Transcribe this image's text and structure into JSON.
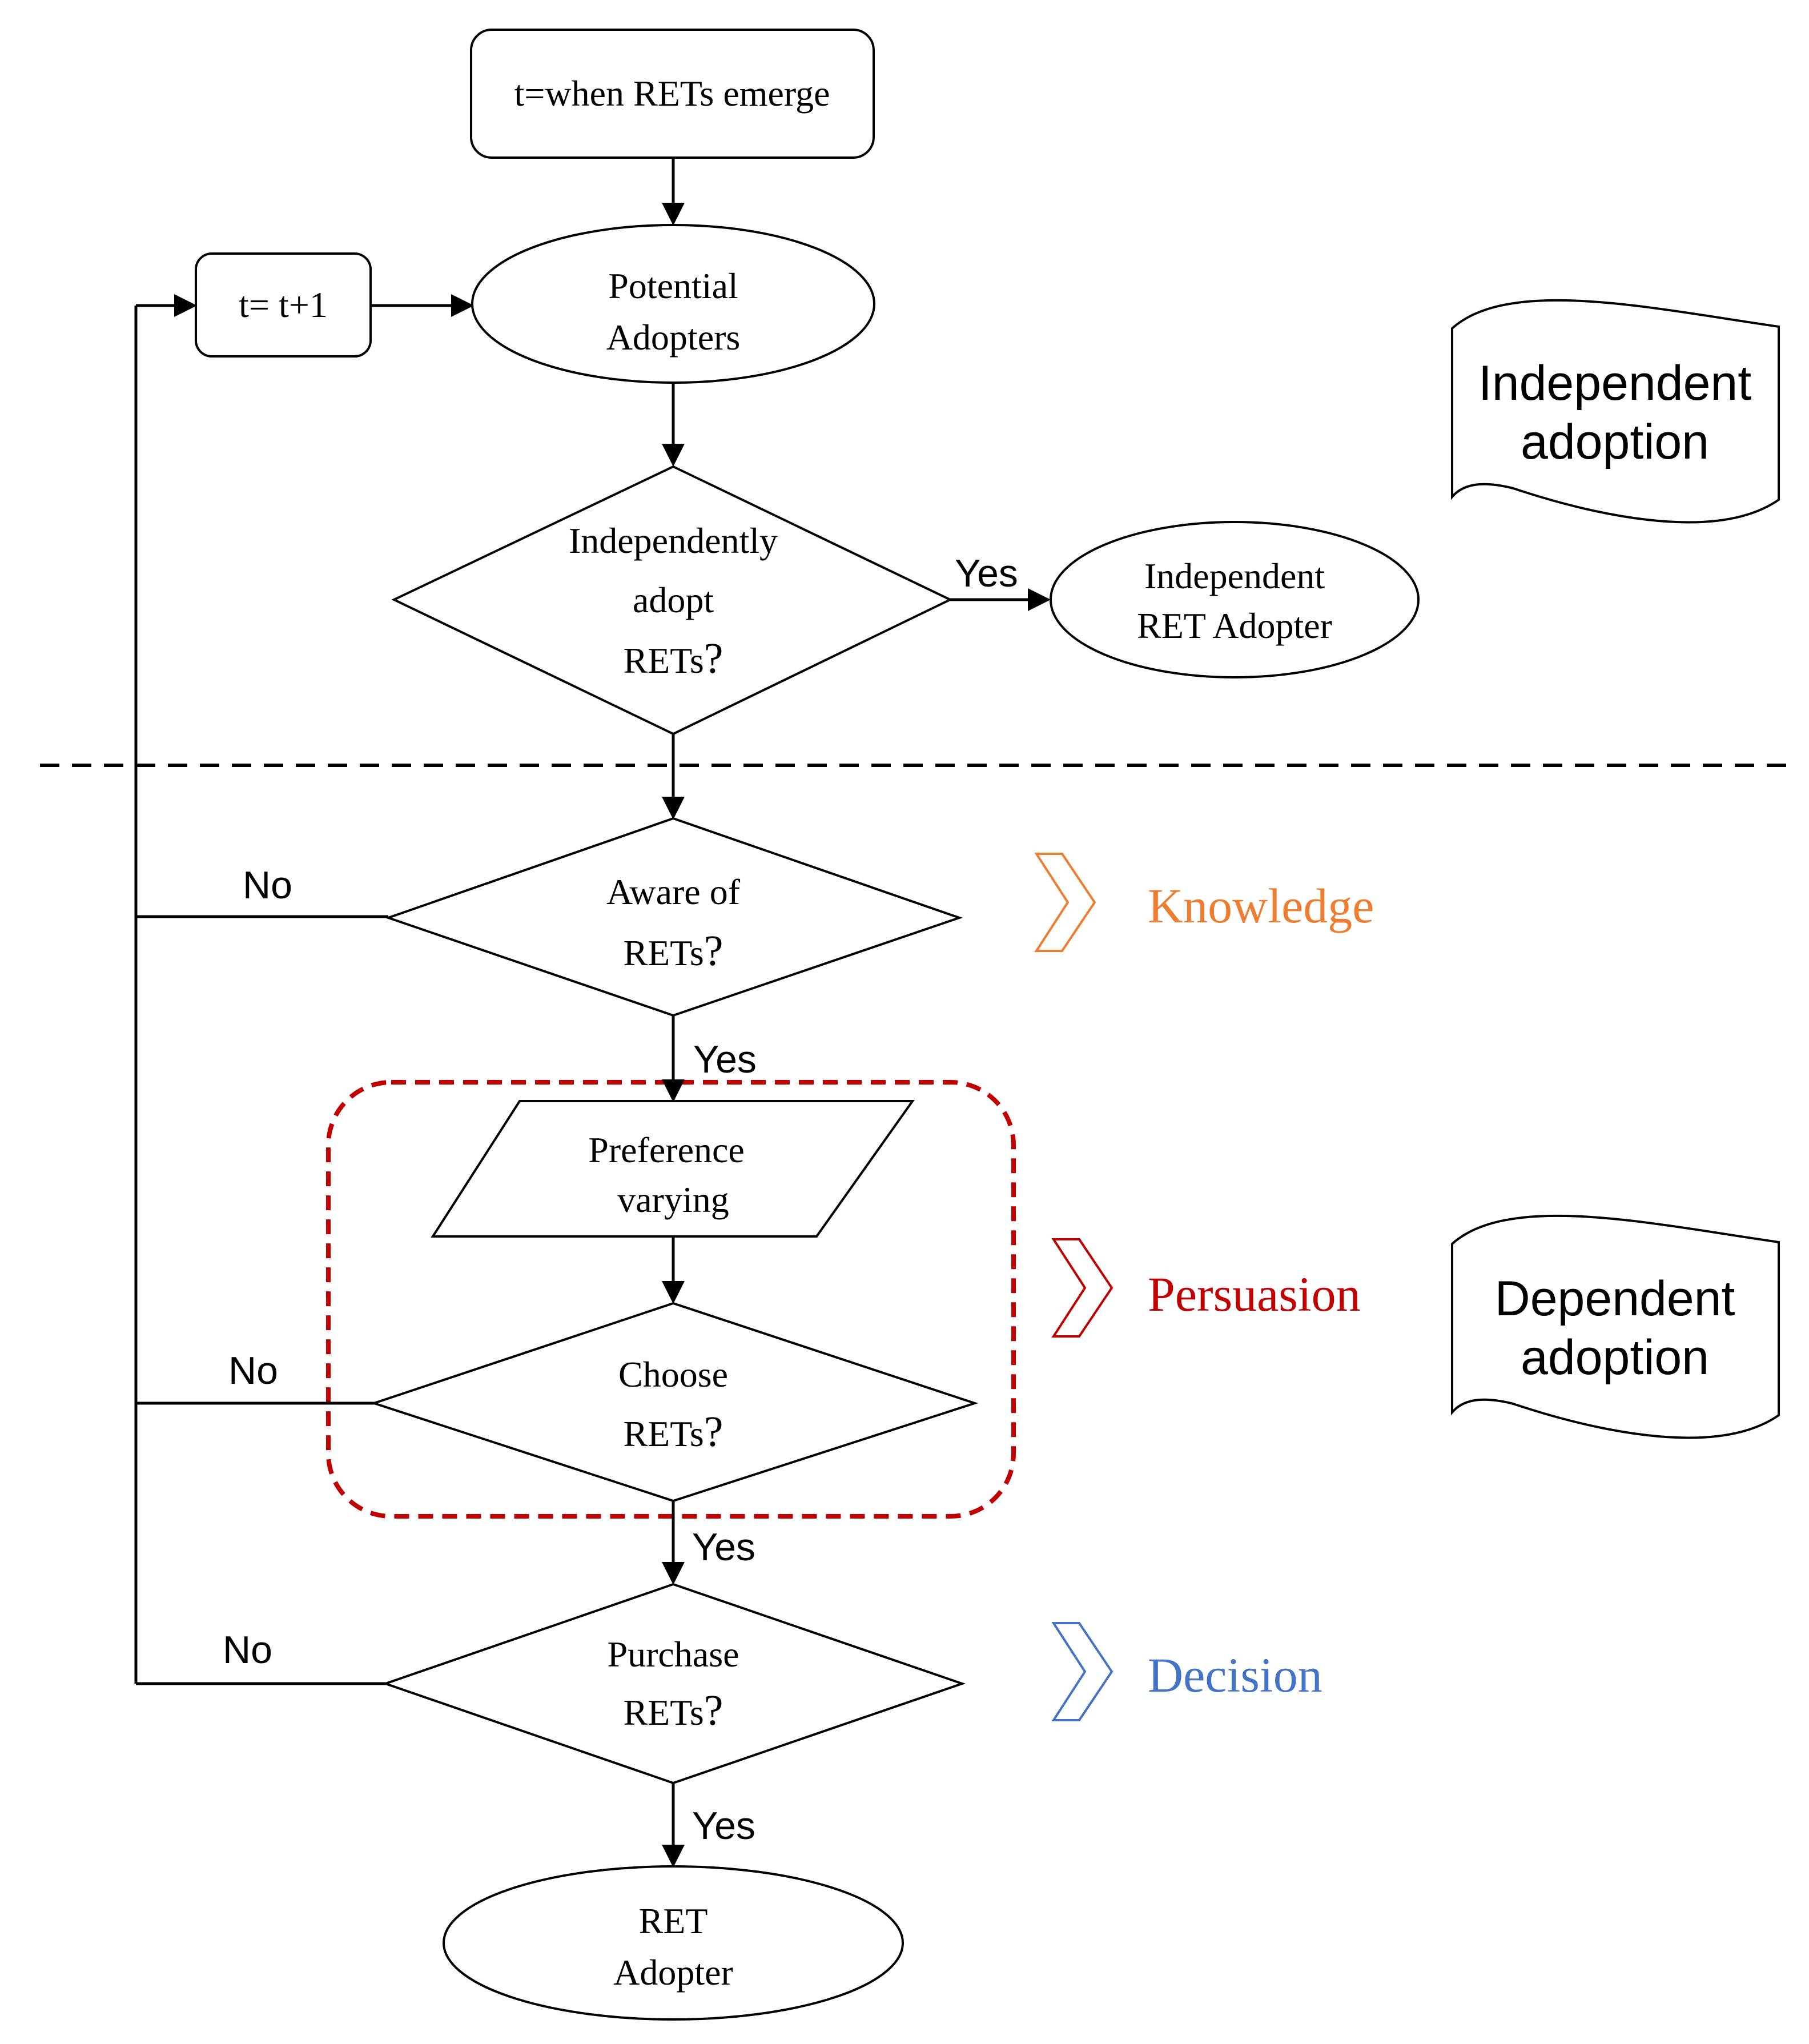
{
  "nodes": {
    "start": "t=when RETs emerge",
    "increment": "t= t+1",
    "potential_l1": "Potential",
    "potential_l2": "Adopters",
    "independently_l1": "Independently",
    "independently_l2": "adopt",
    "independently_l3": "RETs",
    "independent_adopter_l1": "Independent",
    "independent_adopter_l2": "RET Adopter",
    "aware_l1": "Aware of",
    "aware_l2": "RETs",
    "preference_l1": "Preference",
    "preference_l2": "varying",
    "choose_l1": "Choose",
    "choose_l2": "RETs",
    "purchase_l1": "Purchase",
    "purchase_l2": "RETs",
    "ret_adopter_l1": "RET",
    "ret_adopter_l2": "Adopter",
    "question_mark": "?"
  },
  "edges": {
    "yes": "Yes",
    "no": "No"
  },
  "side_labels": {
    "independent_l1": "Independent",
    "independent_l2": "adoption",
    "dependent_l1": "Dependent",
    "dependent_l2": "adoption"
  },
  "stages": {
    "knowledge": "Knowledge",
    "persuasion": "Persuasion",
    "decision": "Decision"
  },
  "colors": {
    "knowledge": "#ED7D31",
    "persuasion": "#C00000",
    "decision": "#4472C4",
    "persuasion_box": "#C00000"
  }
}
